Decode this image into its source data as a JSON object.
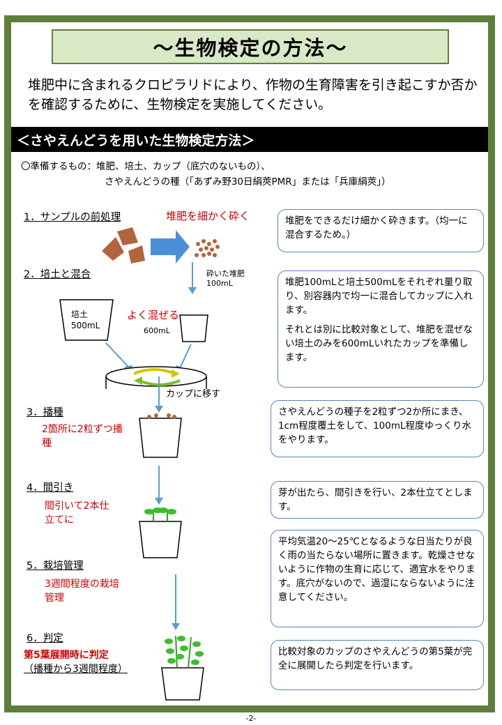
{
  "title": "〜生物検定の方法〜",
  "intro": "堆肥中に含まれるクロピラリドにより、作物の生育障害を引き起こすか否かを確認するために、生物検定を実施してください。",
  "section_heading": "＜さやえんどうを用いた生物検定方法＞",
  "prep": {
    "line1": "〇準備するもの：堆肥、培土、カップ（底穴のないもの）、",
    "line2": "さやえんどうの種（「あずみ野30日絹莢PMR」または「兵庫絹莢」）"
  },
  "steps": [
    {
      "label": "1．サンプルの前処理"
    },
    {
      "label": "2．培土と混合"
    },
    {
      "label": "3．播種",
      "note": "2箇所に2粒ずつ播種"
    },
    {
      "label": "4．間引き",
      "note": "間引いて2本仕立てに"
    },
    {
      "label": "5．栽培管理",
      "note": "3週間程度の栽培管理"
    },
    {
      "label": "6．判定",
      "note1": "第5葉展開時に判定",
      "note2": "（播種から3週間程度）"
    }
  ],
  "diagram": {
    "crush_label": "堆肥を細かく砕く",
    "crushed_compost": "砕いた堆肥",
    "compost_volume": "100mL",
    "soil": "培土",
    "soil_volume": "500mL",
    "mix_label": "よく混ぜる",
    "mix_volume": "600mL",
    "transfer_label": "カップに移す"
  },
  "callouts": {
    "c1": "堆肥をできるだけ細かく砕きます。（均一に混合するため。）",
    "c2a": "堆肥100mLと培土500mLをそれぞれ量り取り、別容器内で均一に混合してカップに入れます。",
    "c2b": "それとは別に比較対象として、堆肥を混ぜない培土のみを600mLいれたカップを準備します。",
    "c3": "さやえんどうの種子を2粒ずつ2か所にまき、1cm程度覆土をして、100mL程度ゆっくり水をやります。",
    "c4": "芽が出たら、間引きを行い、2本仕立てとします。",
    "c5": "平均気温20〜25℃となるような日当たりが良く雨の当たらない場所に置きます。乾燥させないように作物の生育に応じて、適宜水をやります。底穴がないので、過湿にならないように注意してください。",
    "c6": "比較対象のカップのさやえんどうの第5葉が完全に展開したら判定を行います。"
  },
  "footer": "-2-",
  "colors": {
    "frame": "#5e7f3a",
    "title_bg": "#d9e8c5",
    "arrow": "#5b9bd5",
    "red": "#cc0000",
    "compost": "#b3643c"
  }
}
